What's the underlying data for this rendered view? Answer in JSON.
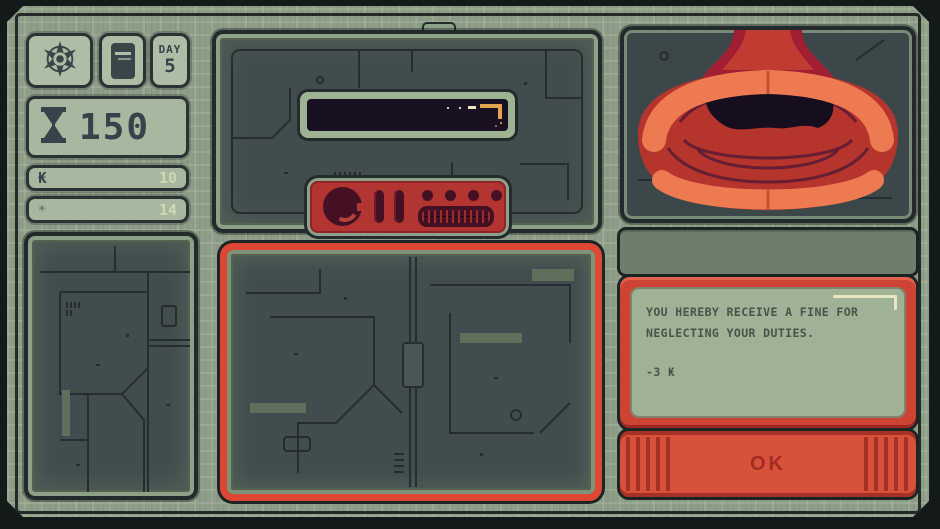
{
  "hud": {
    "buttons": [
      {
        "icon": "compass-icon"
      },
      {
        "icon": "document-icon"
      }
    ],
    "day": {
      "label": "DAY",
      "value": "5"
    },
    "timer": {
      "icon": "hourglass-icon",
      "value": "150"
    },
    "stats": [
      {
        "icon": "kip-currency-icon",
        "symbol": "₭",
        "value": "10"
      },
      {
        "icon": "sun-icon",
        "symbol": "☀",
        "value": "14"
      }
    ]
  },
  "dialog": {
    "message_line1": "YOU HEREBY RECEIVE A FINE FOR",
    "message_line2": "NEGLECTING YOUR DUTIES.",
    "amount": "-3 ₭",
    "ok_label": "OK"
  },
  "colors": {
    "surface_sage": "#8d9d87",
    "panel_face": "#a8b7a0",
    "machinery_dark": "#414c4e",
    "accent_red": "#de4733",
    "control_red": "#b23531",
    "maroon": "#451024",
    "mask_salmon": "#ee7a52",
    "mask_red": "#b5342b",
    "screen_dark": "#191022",
    "screen_orange": "#e2a44c",
    "dialog_screen": "#9fb295",
    "text_dark": "#37444b",
    "value_pale": "#cbdab4"
  }
}
